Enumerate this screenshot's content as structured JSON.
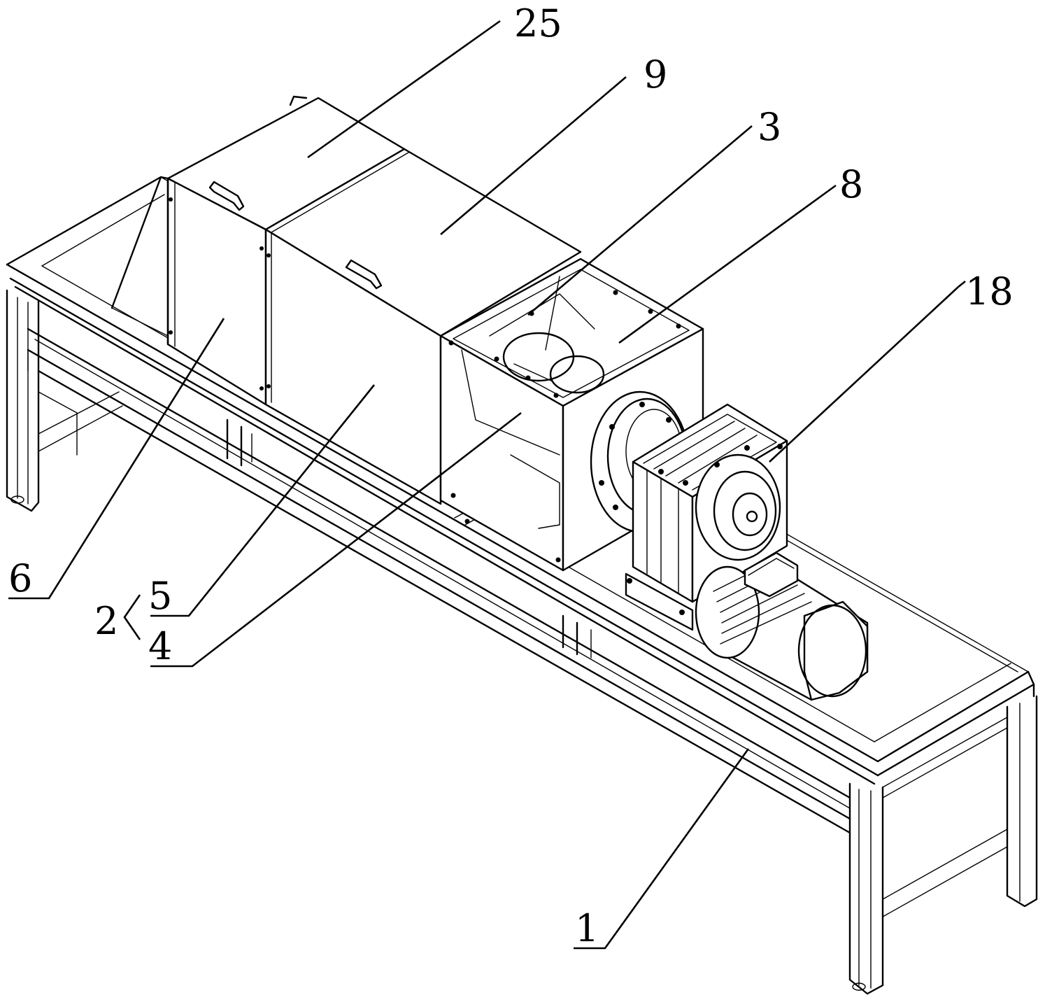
{
  "labels": {
    "l25": "25",
    "l9": "9",
    "l3": "3",
    "l8": "8",
    "l18": "18",
    "l6": "6",
    "l2": "2",
    "l5": "5",
    "l4": "4",
    "l1": "1"
  }
}
